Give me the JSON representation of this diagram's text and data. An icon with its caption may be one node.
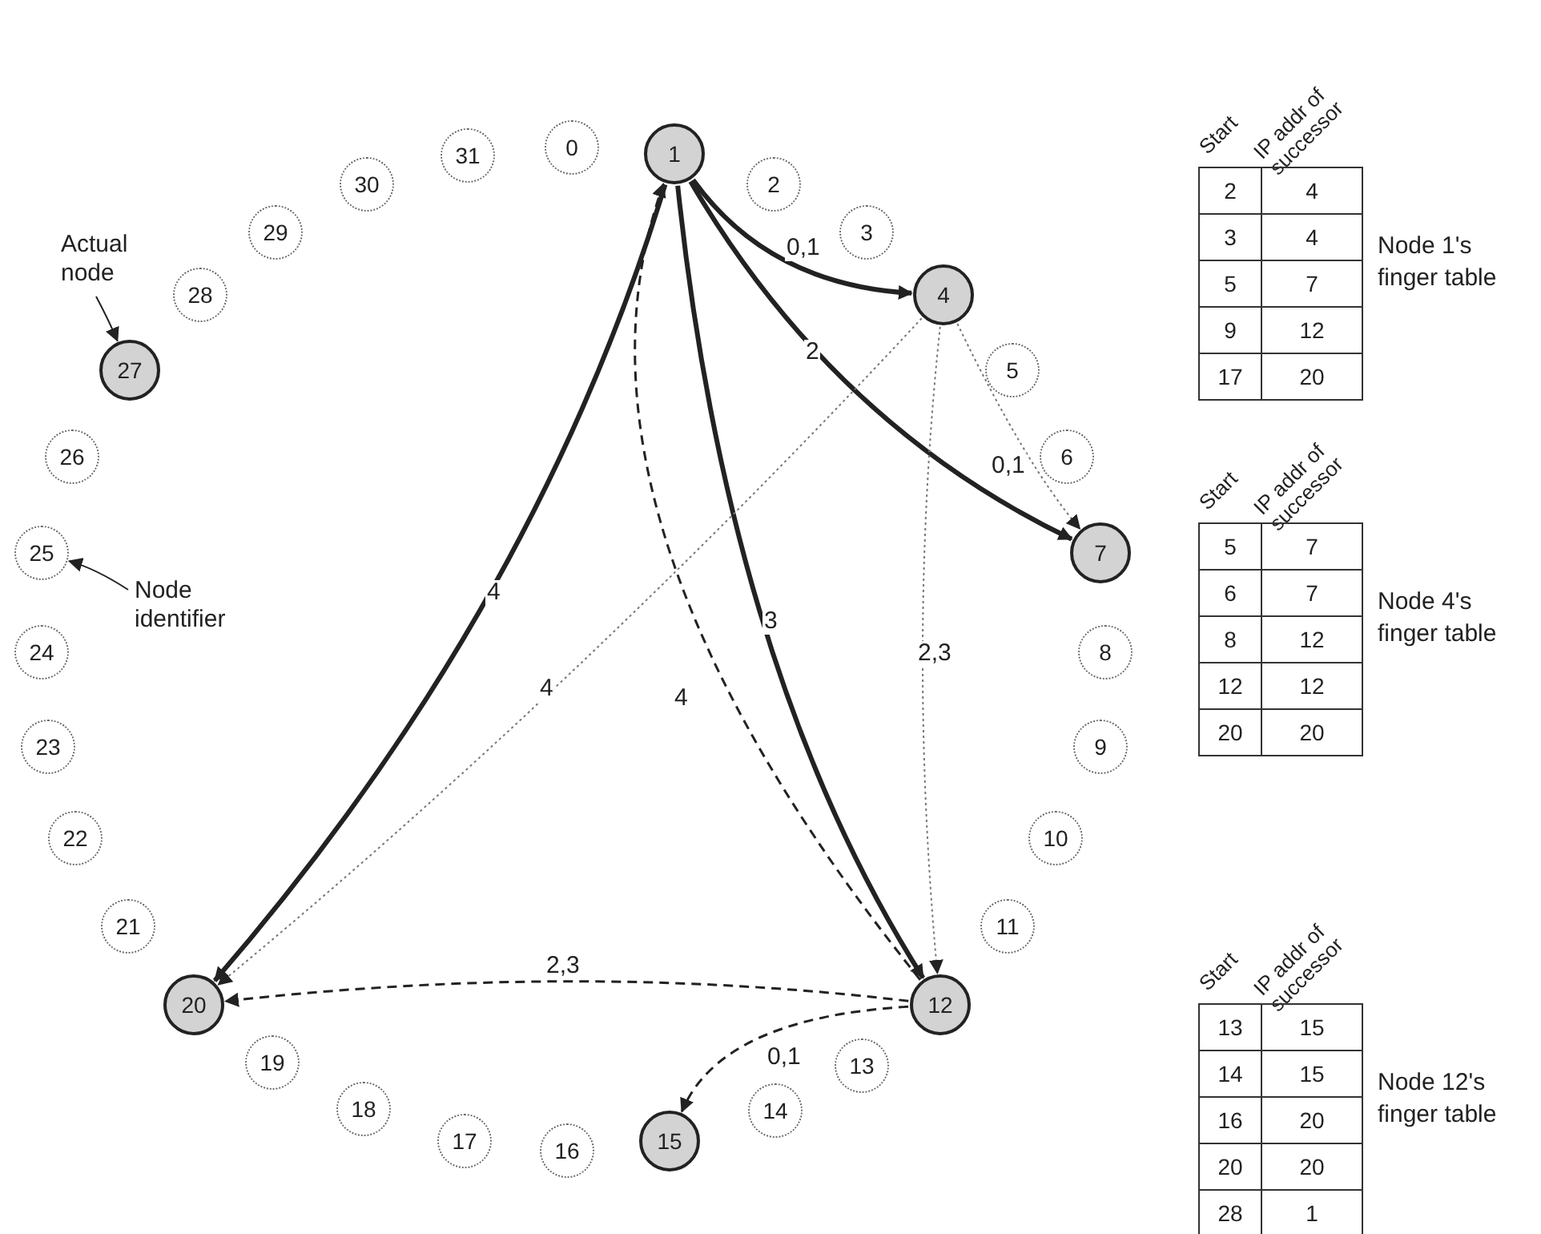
{
  "diagram": {
    "nodes": [
      {
        "text": [
          "0"
        ]
      },
      {
        "text": [
          "1"
        ]
      },
      {
        "text": [
          "2"
        ]
      },
      {
        "text": [
          "3"
        ]
      },
      {
        "text": [
          "4"
        ]
      },
      {
        "text": [
          "5"
        ]
      },
      {
        "text": [
          "6"
        ]
      },
      {
        "text": [
          "7"
        ]
      },
      {
        "text": [
          "8"
        ]
      },
      {
        "text": [
          "9"
        ]
      },
      {
        "text": [
          "10"
        ]
      },
      {
        "text": [
          "11"
        ]
      },
      {
        "text": [
          "12"
        ]
      },
      {
        "text": [
          "13"
        ]
      },
      {
        "text": [
          "14"
        ]
      },
      {
        "text": [
          "15"
        ]
      },
      {
        "text": [
          "16"
        ]
      },
      {
        "text": [
          "17"
        ]
      },
      {
        "text": [
          "18"
        ]
      },
      {
        "text": [
          "19"
        ]
      },
      {
        "text": [
          "20"
        ]
      },
      {
        "text": [
          "21"
        ]
      },
      {
        "text": [
          "22"
        ]
      },
      {
        "text": [
          "23"
        ]
      },
      {
        "text": [
          "24"
        ]
      },
      {
        "text": [
          "25"
        ]
      },
      {
        "text": [
          "26"
        ]
      },
      {
        "text": [
          "27"
        ]
      },
      {
        "text": [
          "28"
        ]
      },
      {
        "text": [
          "29"
        ]
      },
      {
        "text": [
          "30"
        ]
      },
      {
        "text": [
          "31"
        ]
      },
      {
        "text": [
          "Actual node"
        ]
      },
      {
        "text": [
          "Node identifier"
        ]
      }
    ],
    "edges": [
      {
        "from": 1,
        "to": 4,
        "arrow": "to",
        "label": "0,1",
        "style": "thick"
      },
      {
        "from": 1,
        "to": 7,
        "arrow": "to",
        "label": "2",
        "style": "thick"
      },
      {
        "from": 1,
        "to": 12,
        "arrow": "to",
        "label": "3",
        "style": "thick"
      },
      {
        "from": 1,
        "to": 20,
        "arrow": "to",
        "label": "4",
        "style": "thick"
      },
      {
        "from": 4,
        "to": 7,
        "arrow": "to",
        "label": "0,1",
        "style": "dashed",
        "color": "#777777"
      },
      {
        "from": 4,
        "to": 12,
        "arrow": "to",
        "label": "2,3",
        "style": "dashed",
        "color": "#777777"
      },
      {
        "from": 4,
        "to": 20,
        "arrow": "to",
        "label": "4",
        "style": "dashed",
        "color": "#777777"
      },
      {
        "from": 12,
        "to": 1,
        "arrow": "to",
        "label": "4",
        "style": "dashed"
      },
      {
        "from": 12,
        "to": 20,
        "arrow": "to",
        "label": "2,3",
        "style": "dashed"
      },
      {
        "from": 12,
        "to": 15,
        "arrow": "to",
        "label": "0,1",
        "style": "dashed"
      },
      {
        "from": 32,
        "to": 27,
        "arrow": "to"
      },
      {
        "from": 33,
        "to": 25,
        "arrow": "to"
      }
    ],
    "labels": [
      "Start",
      "IP addr of successor",
      "2",
      "4",
      "3",
      "4",
      "5",
      "7",
      "9",
      "12",
      "17",
      "20",
      "Node 1's finger table",
      "Start",
      "IP addr of successor",
      "5",
      "7",
      "6",
      "7",
      "8",
      "12",
      "12",
      "12",
      "20",
      "20",
      "Node 4's finger table",
      "Start",
      "IP addr of successor",
      "13",
      "15",
      "14",
      "15",
      "16",
      "20",
      "20",
      "20",
      "28",
      "1",
      "Node 12's finger table"
    ]
  }
}
